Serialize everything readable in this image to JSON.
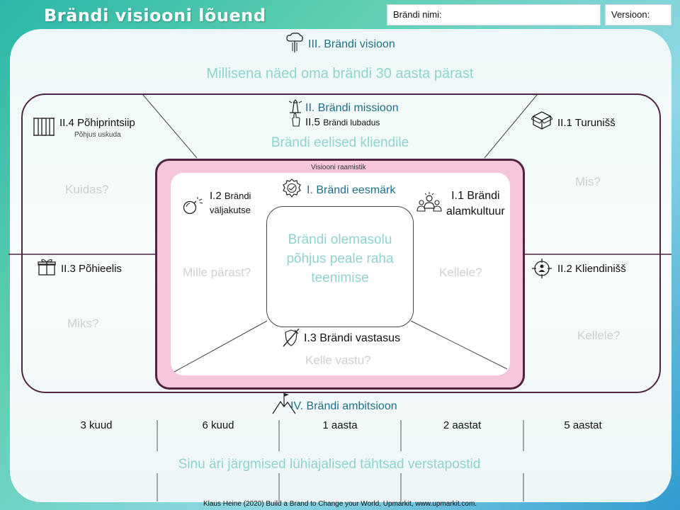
{
  "header": {
    "title": "Brändi visiooni lõuend",
    "brand_name_label": "Brändi nimi:",
    "version_label": "Versioon:"
  },
  "vision": {
    "label": "III. Brändi visioon",
    "prompt": "Millisena näed oma brändi 30 aasta pärast"
  },
  "mission": {
    "label": "II. Brändi missioon",
    "promise_number": "II.5",
    "promise_label": "Brändi lubadus",
    "prompt": "Brändi eelised kliendile"
  },
  "principle": {
    "number": "II.4",
    "label": "Põhiprintsiip",
    "sublabel": "Põhjus uskuda",
    "prompt": "Kuidas?"
  },
  "core_belief": {
    "number": "II.3",
    "label": "Põhieelis",
    "prompt": "Miks?"
  },
  "market_niche": {
    "number": "II.1",
    "label": "Turunišš",
    "prompt": "Mis?"
  },
  "customer_niche": {
    "number": "II.2",
    "label": "Kliendinišš",
    "prompt": "Kellele?"
  },
  "vision_frame": {
    "label": "Visiooni raamistik"
  },
  "purpose": {
    "label": "I. Brändi eesmärk",
    "center_text": "Brändi olemasolu põhjus peale raha teenimise"
  },
  "challenge": {
    "number": "I.2",
    "label_line1": "Brändi",
    "label_line2": "väljakutse",
    "prompt": "Mille pärast?"
  },
  "subculture": {
    "label_line1": "I.1 Brändi",
    "label_line2": "alamkultuur",
    "prompt": "Kellele?"
  },
  "enemy": {
    "label": "I.3 Brändi vastasus",
    "prompt": "Kelle vastu?"
  },
  "ambitions": {
    "label": "IV. Brändi ambitsioon",
    "periods": [
      "3 kuud",
      "6 kuud",
      "1 aasta",
      "2 aastat",
      "5 aastat"
    ],
    "prompt": "Sinu äri järgmised lühiajalised tähtsad verstapostid"
  },
  "footer": {
    "credit": "Klaus Heine (2020) Build a Brand to Change your World, Upmarkit, www.upmarkit.com."
  },
  "colors": {
    "frame": "#4e2442",
    "pink": "#f6c6dc",
    "teal_text": "#8fd3cf",
    "dark_teal": "#1f6f86",
    "muted_prompt": "#cfcfcf"
  }
}
